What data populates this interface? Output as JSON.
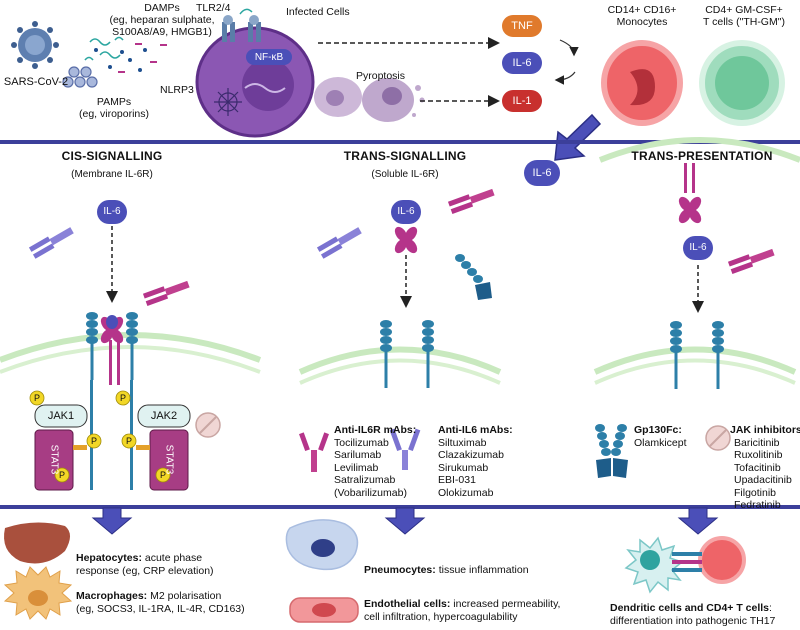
{
  "top": {
    "virus": "SARS-CoV-2",
    "damps": [
      "DAMPs",
      "(eg, heparan sulphate,",
      "S100A8/A9, HMGB1)"
    ],
    "pamps": [
      "PAMPs",
      "(eg, viroporins)"
    ],
    "nlrp3": "NLRP3",
    "tlr": "TLR2/4",
    "infected": "Infected Cells",
    "nfkb": "NF-κB",
    "pyroptosis": "Pyroptosis",
    "cytokines": [
      "TNF",
      "IL-6",
      "IL-1"
    ],
    "monocytes": [
      "CD14+ CD16+",
      "Monocytes"
    ],
    "tcells": [
      "CD4+ GM-CSF+",
      "T cells (\"TH-GM\")"
    ]
  },
  "il6_label": "IL-6",
  "colors": {
    "divider": "#3c3f9a",
    "il6": "#4b4fb8",
    "tnf": "#e07a2c",
    "il1": "#c8302e",
    "receptor": "#2d7fa8",
    "il6r": "#b5348a",
    "jak": "#e0f2f1",
    "stat": "#a73d84",
    "p": "#f2d726"
  },
  "sections": [
    {
      "title": "CIS-SIGNALLING",
      "subtitle": "(Membrane IL-6R)"
    },
    {
      "title": "TRANS-SIGNALLING",
      "subtitle": "(Soluble IL-6R)"
    },
    {
      "title": "TRANS-PRESENTATION",
      "subtitle": ""
    }
  ],
  "signal": {
    "jak1": "JAK1",
    "jak2": "JAK2",
    "stat3": "STAT3",
    "p": "P"
  },
  "drugs": {
    "il6r_title": "Anti-IL6R mAbs:",
    "il6r": [
      "Tocilizumab",
      "Sarilumab",
      "Levilimab",
      "Satralizumab",
      "(Vobarilizumab)"
    ],
    "il6_title": "Anti-IL6 mAbs:",
    "il6": [
      "Siltuximab",
      "Clazakizumab",
      "Sirukumab",
      "EBI-031",
      "Olokizumab"
    ],
    "gp130_title": "Gp130Fc:",
    "gp130": [
      "Olamkicept"
    ],
    "jak_title": "JAK inhibitors:",
    "jak": [
      "Baricitinib",
      "Ruxolitinib",
      "Tofacitinib",
      "Upadacitinib",
      "Filgotinib",
      "Fedratinib"
    ]
  },
  "outcomes": {
    "hep_bold": "Hepatocytes:",
    "hep_rest": " acute phase",
    "hep_line2": "response (eg, CRP elevation)",
    "mac_bold": "Macrophages:",
    "mac_rest": " M2 polarisation",
    "mac_line2": "(eg, SOCS3, IL-1RA, IL-4R, CD163)",
    "pneu_bold": "Pneumocytes:",
    "pneu_rest": " tissue inflammation",
    "endo_bold": "Endothelial cells:",
    "endo_rest": " increased permeability,",
    "endo_line2": "cell infiltration, hypercoagulability",
    "dc_bold": "Dendritic cells and CD4+ T cells",
    "dc_rest": ":",
    "dc_line2": "differentiation into pathogenic TH17"
  }
}
